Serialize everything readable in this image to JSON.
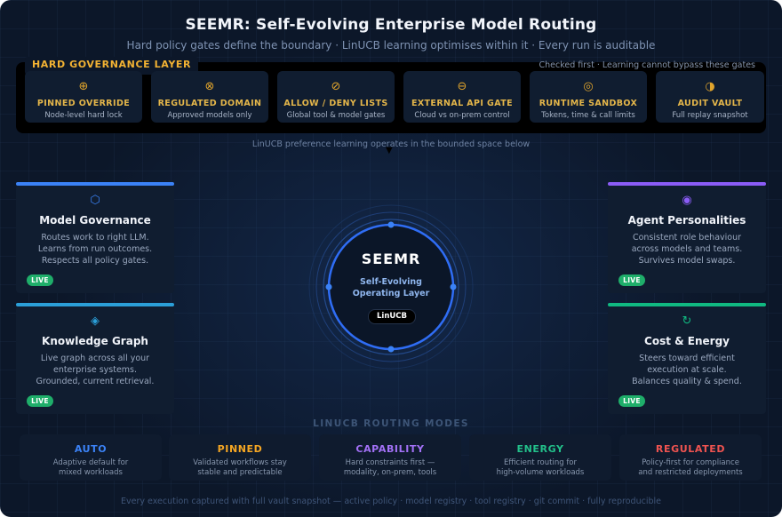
{
  "header": {
    "title": "SEEMR: Self-Evolving Enterprise Model Routing",
    "subtitle": "Hard policy gates define the boundary · LinUCB learning optimises within it · Every run is auditable"
  },
  "governance": {
    "label": "HARD GOVERNANCE LAYER",
    "note": "Checked first · Learning cannot bypass these gates",
    "gates": [
      {
        "icon": "⊕",
        "icon_name": "crosshair-icon",
        "title": "PINNED OVERRIDE",
        "desc": "Node-level hard lock"
      },
      {
        "icon": "⊗",
        "icon_name": "circle-x-icon",
        "title": "REGULATED DOMAIN",
        "desc": "Approved models only"
      },
      {
        "icon": "⊘",
        "icon_name": "circle-slash-icon",
        "title": "ALLOW / DENY LISTS",
        "desc": "Global tool & model gates"
      },
      {
        "icon": "⊖",
        "icon_name": "circle-minus-icon",
        "title": "EXTERNAL API GATE",
        "desc": "Cloud vs on-prem control"
      },
      {
        "icon": "◎",
        "icon_name": "target-icon",
        "title": "RUNTIME SANDBOX",
        "desc": "Tokens, time & call limits"
      },
      {
        "icon": "◑",
        "icon_name": "half-circle-icon",
        "title": "AUDIT VAULT",
        "desc": "Full replay snapshot"
      }
    ],
    "bounded_note": "LinUCB preference learning operates in the bounded space below"
  },
  "cards": [
    {
      "id": "model-governance",
      "icon": "⬡",
      "icon_name": "hexagon-icon",
      "title": "Model Governance",
      "lines": [
        "Routes work to right LLM.",
        "Learns from run outcomes.",
        "Respects all policy gates."
      ],
      "badge": "LIVE",
      "accent": "#3b82f6"
    },
    {
      "id": "knowledge-graph",
      "icon": "◈",
      "icon_name": "diamond-icon",
      "title": "Knowledge Graph",
      "lines": [
        "Live graph across all your",
        "enterprise systems.",
        "Grounded, current retrieval."
      ],
      "badge": "LIVE",
      "accent": "#2b9fd8"
    },
    {
      "id": "agent-personalities",
      "icon": "◉",
      "icon_name": "radio-dot-icon",
      "title": "Agent Personalities",
      "lines": [
        "Consistent role behaviour",
        "across models and teams.",
        "Survives model swaps."
      ],
      "badge": "LIVE",
      "accent": "#8b5cf6"
    },
    {
      "id": "cost-energy",
      "icon": "↻",
      "icon_name": "refresh-icon",
      "title": "Cost & Energy",
      "lines": [
        "Steers toward efficient",
        "execution at scale.",
        "Balances quality & spend."
      ],
      "badge": "LIVE",
      "accent": "#10b981"
    }
  ],
  "hub": {
    "title": "SEEMR",
    "subtitle_line1": "Self-Evolving",
    "subtitle_line2": "Operating Layer",
    "badge": "LinUCB",
    "ring_color": "#2f6df5"
  },
  "modes": {
    "heading": "LINUCB ROUTING MODES",
    "items": [
      {
        "title": "AUTO",
        "color": "#3b82f6",
        "desc1": "Adaptive default for",
        "desc2": "mixed workloads"
      },
      {
        "title": "PINNED",
        "color": "#f5a623",
        "desc1": "Validated workflows stay",
        "desc2": "stable and predictable"
      },
      {
        "title": "CAPABILITY",
        "color": "#a371f7",
        "desc1": "Hard constraints first —",
        "desc2": "modality, on-prem, tools"
      },
      {
        "title": "ENERGY",
        "color": "#22c08a",
        "desc1": "Efficient routing for",
        "desc2": "high-volume workloads"
      },
      {
        "title": "REGULATED",
        "color": "#ef5350",
        "desc1": "Policy-first for compliance",
        "desc2": "and restricted deployments"
      }
    ]
  },
  "footer": "Every execution captured with full vault snapshot — active policy · model registry · tool registry · git commit · fully reproducible"
}
